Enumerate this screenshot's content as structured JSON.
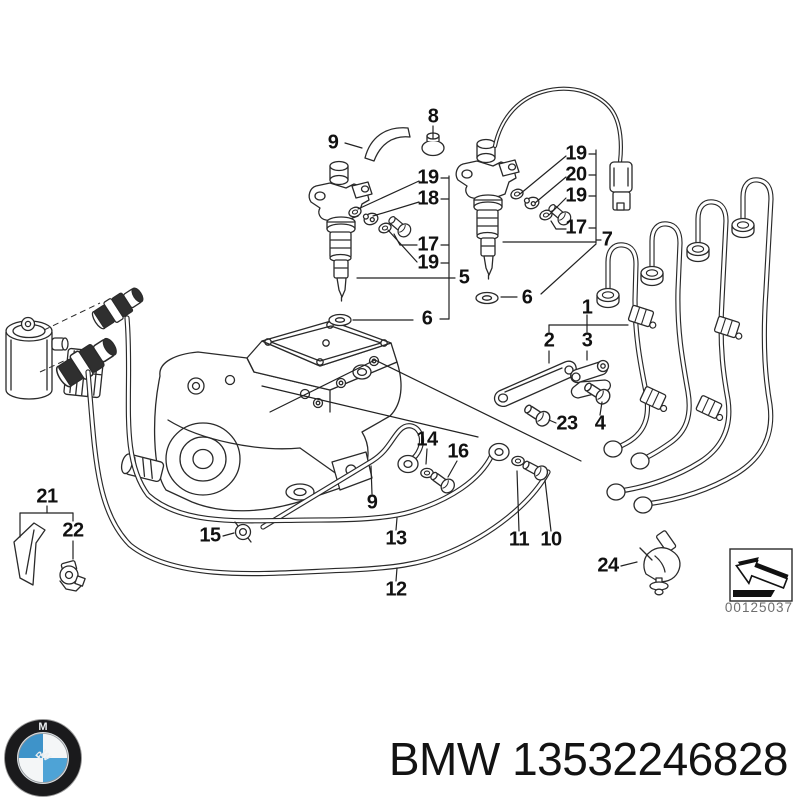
{
  "diagram": {
    "watermark": "00125037",
    "callouts": [
      {
        "id": "co-9-top",
        "label": "9"
      },
      {
        "id": "co-8",
        "label": "8"
      },
      {
        "id": "co-19-a",
        "label": "19"
      },
      {
        "id": "co-18",
        "label": "18"
      },
      {
        "id": "co-17-a",
        "label": "17"
      },
      {
        "id": "co-19-b",
        "label": "19"
      },
      {
        "id": "co-5",
        "label": "5"
      },
      {
        "id": "co-6-a",
        "label": "6"
      },
      {
        "id": "co-19-c",
        "label": "19"
      },
      {
        "id": "co-20",
        "label": "20"
      },
      {
        "id": "co-19-d",
        "label": "19"
      },
      {
        "id": "co-17-b",
        "label": "17"
      },
      {
        "id": "co-7",
        "label": "7"
      },
      {
        "id": "co-6-b",
        "label": "6"
      },
      {
        "id": "co-1",
        "label": "1"
      },
      {
        "id": "co-2",
        "label": "2"
      },
      {
        "id": "co-3",
        "label": "3"
      },
      {
        "id": "co-4",
        "label": "4"
      },
      {
        "id": "co-23",
        "label": "23"
      },
      {
        "id": "co-21",
        "label": "21"
      },
      {
        "id": "co-22",
        "label": "22"
      },
      {
        "id": "co-14",
        "label": "14"
      },
      {
        "id": "co-16",
        "label": "16"
      },
      {
        "id": "co-9-mid",
        "label": "9"
      },
      {
        "id": "co-15",
        "label": "15"
      },
      {
        "id": "co-13",
        "label": "13"
      },
      {
        "id": "co-12",
        "label": "12"
      },
      {
        "id": "co-11",
        "label": "11"
      },
      {
        "id": "co-10",
        "label": "10"
      },
      {
        "id": "co-24",
        "label": "24"
      }
    ]
  },
  "footer": {
    "logo_letters": {
      "b": "B",
      "m": "M",
      "w": "W"
    },
    "part_code": "BMW 13532246828"
  },
  "colors": {
    "line": "#2a2a2a",
    "label": "#111111",
    "logo_blue_dark": "#3e93c9",
    "logo_blue_light": "#4ea3d6",
    "watermark_gray": "#6e6e6e"
  }
}
